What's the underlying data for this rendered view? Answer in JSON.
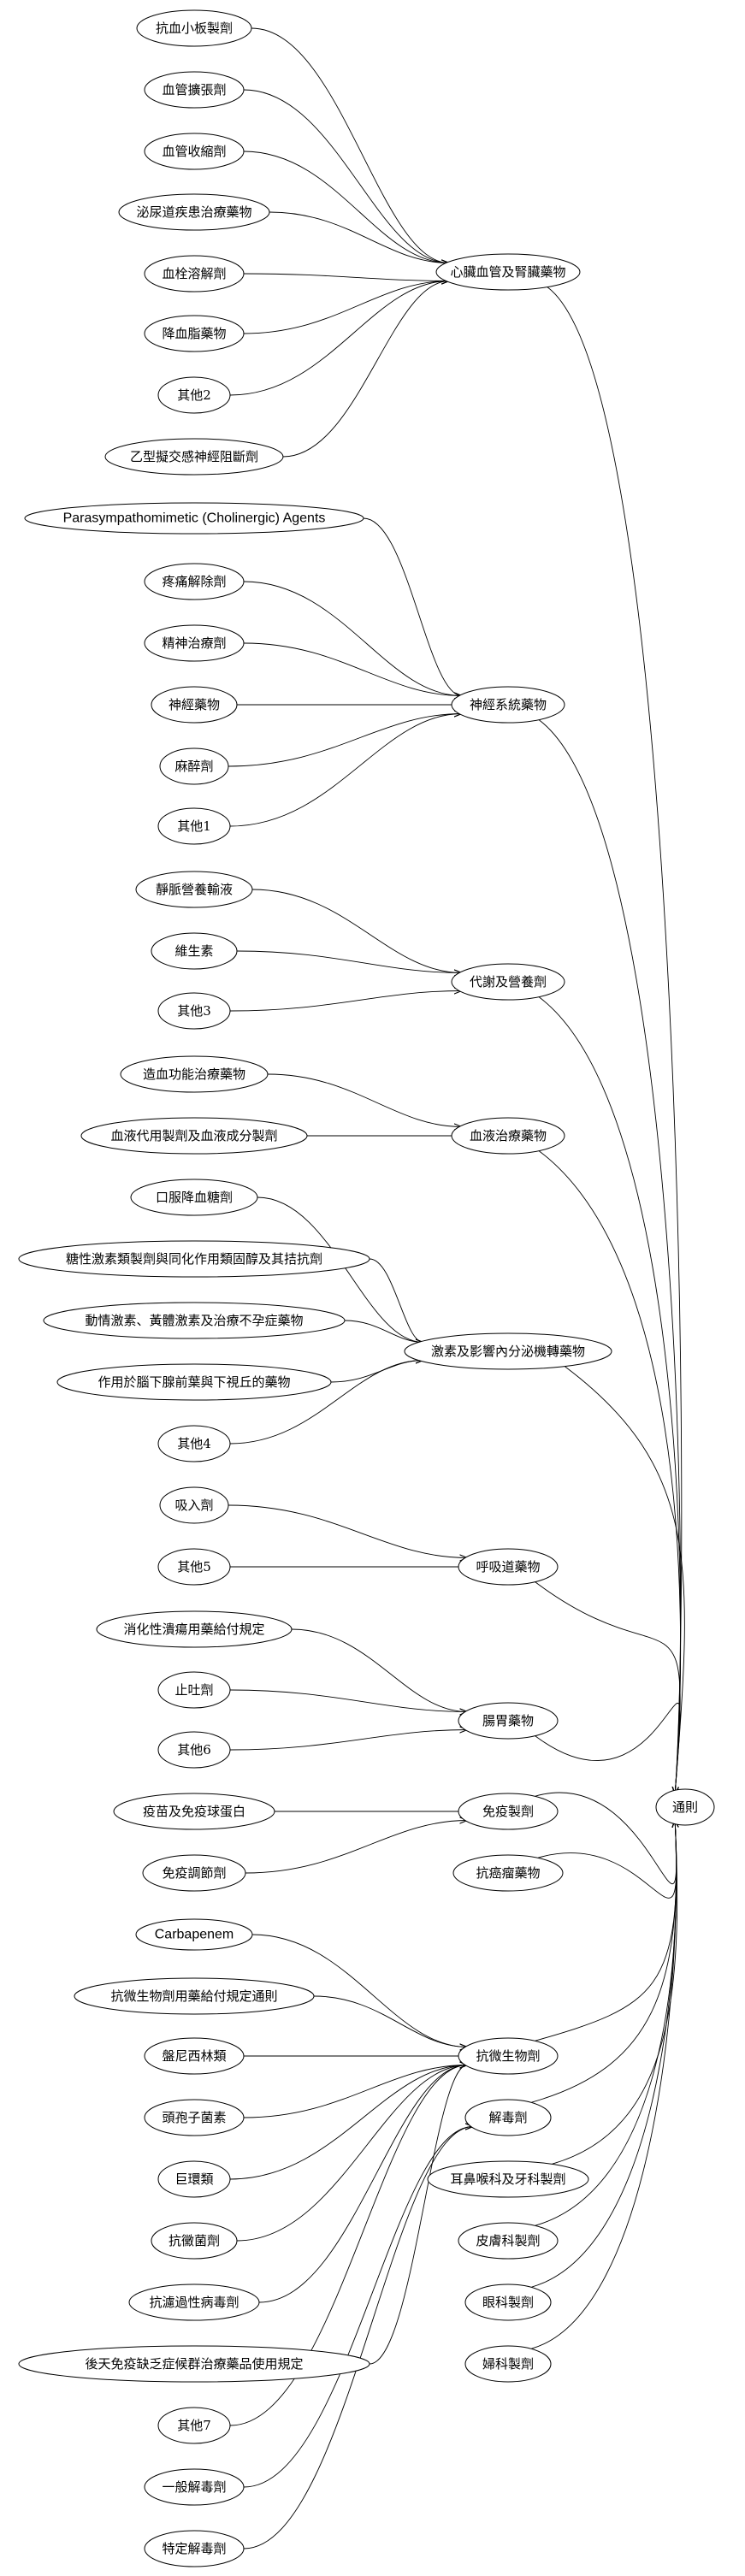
{
  "root": {
    "id": "general",
    "label": "通則"
  },
  "groups": [
    {
      "id": "cardio",
      "label": "心臟血管及腎臟藥物",
      "children": [
        {
          "id": "c1",
          "label": "抗血小板製劑"
        },
        {
          "id": "c2",
          "label": "血管擴張劑"
        },
        {
          "id": "c3",
          "label": "血管收縮劑"
        },
        {
          "id": "c4",
          "label": "泌尿道疾患治療藥物"
        },
        {
          "id": "c5",
          "label": "血栓溶解劑"
        },
        {
          "id": "c6",
          "label": "降血脂藥物"
        },
        {
          "id": "c7",
          "label": "其他2"
        },
        {
          "id": "c8",
          "label": "乙型擬交感神經阻斷劑"
        }
      ]
    },
    {
      "id": "neuro",
      "label": "神經系統藥物",
      "children": [
        {
          "id": "n1",
          "label": "Parasympathomimetic (Cholinergic) Agents"
        },
        {
          "id": "n2",
          "label": "疼痛解除劑"
        },
        {
          "id": "n3",
          "label": "精神治療劑"
        },
        {
          "id": "n4",
          "label": "神經藥物"
        },
        {
          "id": "n5",
          "label": "麻醉劑"
        },
        {
          "id": "n6",
          "label": "其他1"
        }
      ]
    },
    {
      "id": "metab",
      "label": "代謝及營養劑",
      "children": [
        {
          "id": "m1",
          "label": "靜脈營養輸液"
        },
        {
          "id": "m2",
          "label": "維生素"
        },
        {
          "id": "m3",
          "label": "其他3"
        }
      ]
    },
    {
      "id": "blood",
      "label": "血液治療藥物",
      "children": [
        {
          "id": "b1",
          "label": "造血功能治療藥物"
        },
        {
          "id": "b2",
          "label": "血液代用製劑及血液成分製劑"
        }
      ]
    },
    {
      "id": "endo",
      "label": "激素及影響內分泌機轉藥物",
      "children": [
        {
          "id": "e1",
          "label": "口服降血糖劑"
        },
        {
          "id": "e2",
          "label": "糖性激素類製劑與同化作用類固醇及其拮抗劑"
        },
        {
          "id": "e3",
          "label": "動情激素、黃體激素及治療不孕症藥物"
        },
        {
          "id": "e4",
          "label": "作用於腦下腺前葉與下視丘的藥物"
        },
        {
          "id": "e5",
          "label": "其他4"
        }
      ]
    },
    {
      "id": "resp",
      "label": "呼吸道藥物",
      "children": [
        {
          "id": "r1",
          "label": "吸入劑"
        },
        {
          "id": "r2",
          "label": "其他5"
        }
      ]
    },
    {
      "id": "gi",
      "label": "腸胃藥物",
      "children": [
        {
          "id": "g1",
          "label": "消化性潰瘍用藥給付規定"
        },
        {
          "id": "g2",
          "label": "止吐劑"
        },
        {
          "id": "g3",
          "label": "其他6"
        }
      ]
    },
    {
      "id": "immune",
      "label": "免疫製劑",
      "children": [
        {
          "id": "i1",
          "label": "疫苗及免疫球蛋白"
        },
        {
          "id": "i2",
          "label": "免疫調節劑"
        }
      ]
    },
    {
      "id": "cancer",
      "label": "抗癌瘤藥物",
      "children": []
    },
    {
      "id": "antimicro",
      "label": "抗微生物劑",
      "children": [
        {
          "id": "a1",
          "label": "Carbapenem"
        },
        {
          "id": "a2",
          "label": "抗微生物劑用藥給付規定通則"
        },
        {
          "id": "a3",
          "label": "盤尼西林類"
        },
        {
          "id": "a4",
          "label": "頭孢子菌素"
        },
        {
          "id": "a5",
          "label": "巨環類"
        },
        {
          "id": "a6",
          "label": "抗黴菌劑"
        },
        {
          "id": "a7",
          "label": "抗濾過性病毒劑"
        },
        {
          "id": "a8",
          "label": "後天免疫缺乏症候群治療藥品使用規定"
        },
        {
          "id": "a9",
          "label": "其他7"
        }
      ]
    },
    {
      "id": "antidote",
      "label": "解毒劑",
      "children": [
        {
          "id": "d1",
          "label": "一般解毒劑"
        },
        {
          "id": "d2",
          "label": "特定解毒劑"
        }
      ]
    },
    {
      "id": "ent",
      "label": "耳鼻喉科及牙科製劑",
      "children": []
    },
    {
      "id": "derm",
      "label": "皮膚科製劑",
      "children": []
    },
    {
      "id": "eye",
      "label": "眼科製劑",
      "children": []
    },
    {
      "id": "gyn",
      "label": "婦科製劑",
      "children": []
    }
  ]
}
